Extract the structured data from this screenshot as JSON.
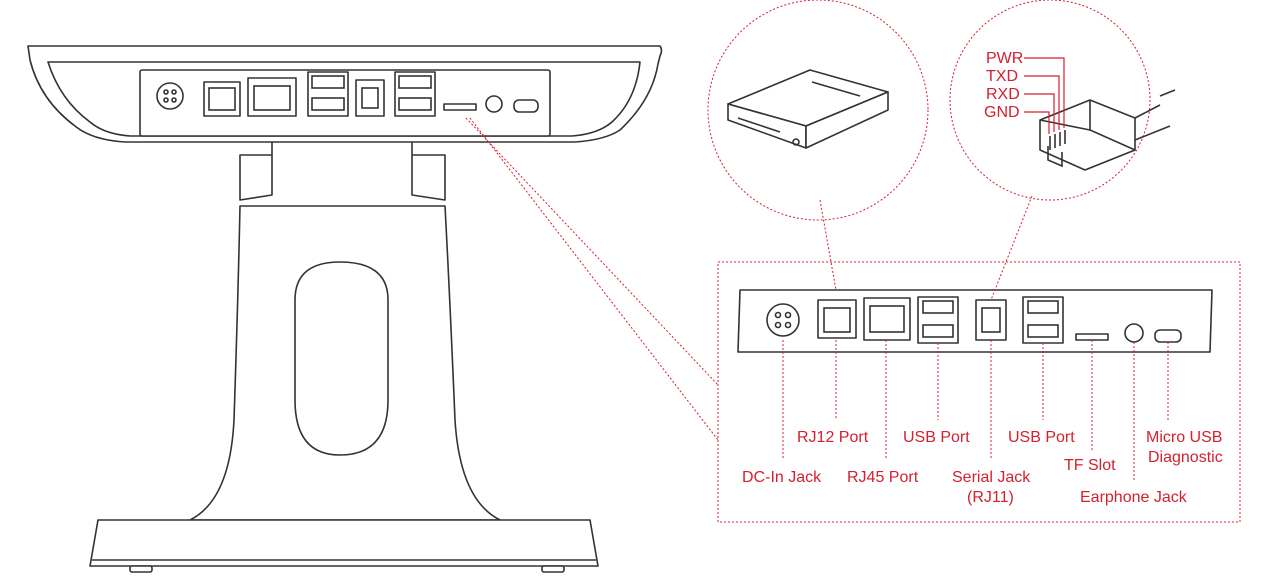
{
  "callouts": {
    "dc_in": "DC-In Jack",
    "rj12": "RJ12 Port",
    "rj45": "RJ45 Port",
    "usb1": "USB Port",
    "serial_line1": "Serial Jack",
    "serial_line2": "(RJ11)",
    "usb2": "USB Port",
    "tf": "TF Slot",
    "micro_line1": "Micro USB",
    "micro_line2": "Diagnostic",
    "earphone": "Earphone Jack"
  },
  "pinout": {
    "pwr": "PWR",
    "txd": "TXD",
    "rxd": "RXD",
    "gnd": "GND"
  },
  "colors": {
    "accent": "#d4202f",
    "outline": "#333333"
  }
}
